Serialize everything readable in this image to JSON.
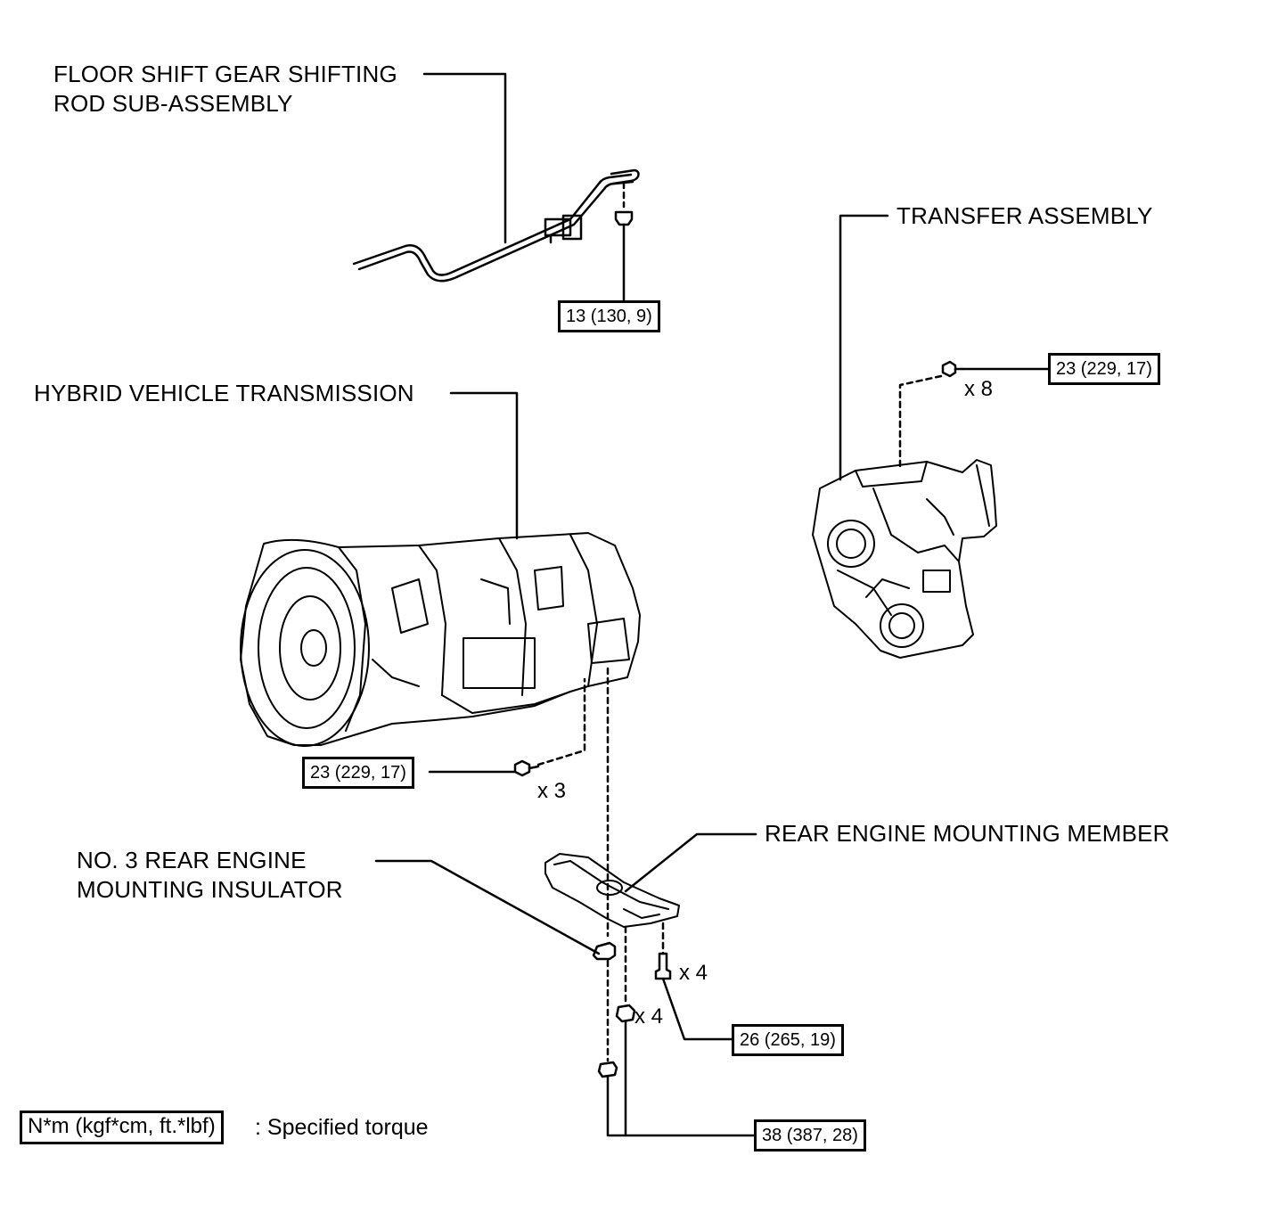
{
  "labels": {
    "floor_shift": "FLOOR SHIFT GEAR SHIFTING\nROD SUB-ASSEMBLY",
    "transfer": "TRANSFER ASSEMBLY",
    "hybrid": "HYBRID VEHICLE TRANSMISSION",
    "rear_member": "REAR ENGINE MOUNTING MEMBER",
    "no3_insulator": "NO. 3 REAR ENGINE\nMOUNTING INSULATOR"
  },
  "torques": {
    "shift_rod_nut": "13 (130, 9)",
    "transfer_bolts": "23 (229, 17)",
    "transmission_bolts": "23 (229, 17)",
    "member_bolts": "26 (265, 19)",
    "insulator_nuts": "38 (387, 28)"
  },
  "quantities": {
    "transfer": "x 8",
    "transmission": "x 3",
    "member": "x 4",
    "insulator": "x 4"
  },
  "legend": {
    "unit_box": "N*m (kgf*cm, ft.*lbf)",
    "text": ": Specified torque"
  }
}
